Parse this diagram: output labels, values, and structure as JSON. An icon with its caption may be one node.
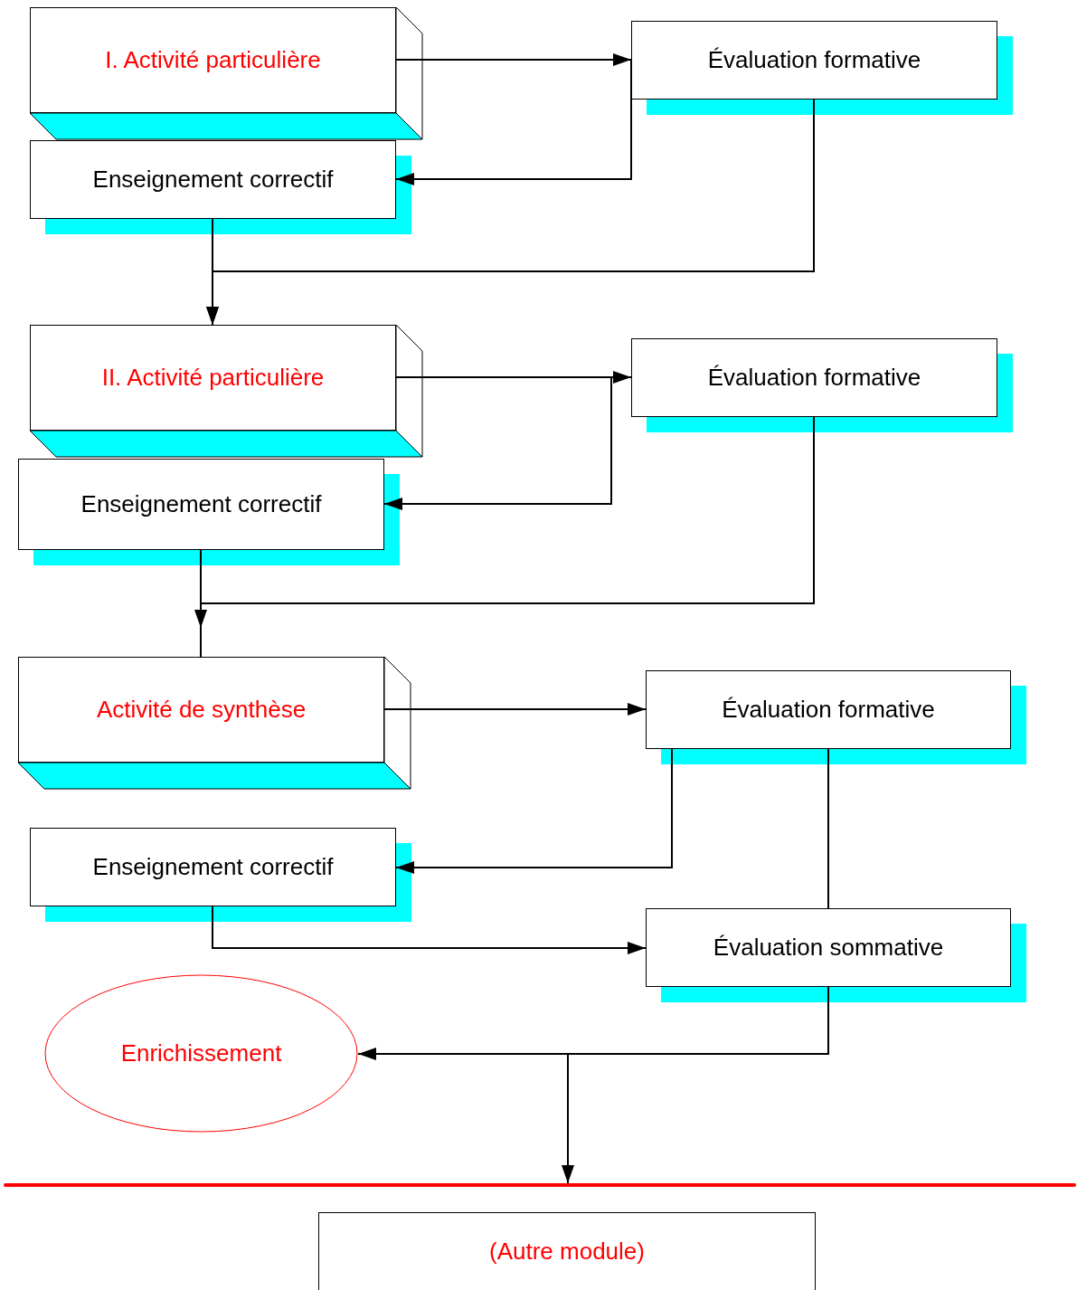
{
  "diagram": {
    "nodes": [
      {
        "text": [
          "I. Activité particulière"
        ]
      },
      {
        "text": [
          "Évaluation formative"
        ]
      },
      {
        "text": [
          "Enseignement correctif"
        ]
      },
      {
        "text": [
          "II. Activité particulière"
        ]
      },
      {
        "text": [
          "Évaluation formative"
        ]
      },
      {
        "text": [
          "Enseignement correctif"
        ]
      },
      {
        "text": [
          "Activité de synthèse"
        ]
      },
      {
        "text": [
          "Évaluation formative"
        ]
      },
      {
        "text": [
          "Enseignement correctif"
        ]
      },
      {
        "text": [
          "Évaluation sommative"
        ]
      },
      {
        "text": [
          "Enrichissement"
        ]
      },
      {
        "text": [],
        "shape": "bar"
      },
      {
        "text": [
          "(Autre module)"
        ]
      }
    ],
    "edges": [
      {
        "from": 0,
        "to": 1,
        "arrow": "to"
      },
      {
        "from": 1,
        "to": 2,
        "arrow": "to"
      },
      {
        "from": 1,
        "to": 3,
        "arrow": "to"
      },
      {
        "from": 2,
        "to": 3,
        "arrow": "to"
      },
      {
        "from": 3,
        "to": 4,
        "arrow": "to"
      },
      {
        "from": 4,
        "to": 5,
        "arrow": "to"
      },
      {
        "from": 4,
        "to": 6,
        "arrow": "to"
      },
      {
        "from": 5,
        "to": 6,
        "arrow": "none"
      },
      {
        "from": 6,
        "to": 7,
        "arrow": "to"
      },
      {
        "from": 7,
        "to": 8,
        "arrow": "to"
      },
      {
        "from": 7,
        "to": 9,
        "arrow": "none"
      },
      {
        "from": 8,
        "to": 9,
        "arrow": "to"
      },
      {
        "from": 9,
        "to": 10,
        "arrow": "to"
      },
      {
        "from": 9,
        "to": 11,
        "arrow": "to"
      }
    ]
  }
}
